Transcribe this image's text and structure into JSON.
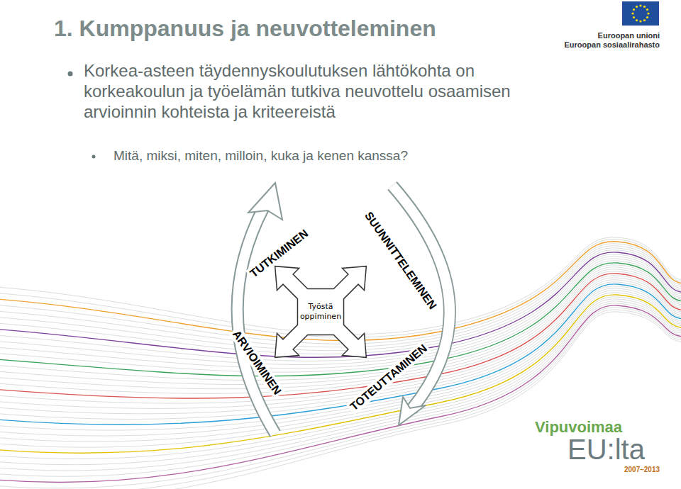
{
  "diagram": {
    "title": "1. Kumppanuus ja neuvotteleminen",
    "nodes": [
      {
        "text": [
          "Työstä oppiminen"
        ]
      }
    ],
    "labels": [
      "Korkea-asteen täydennyskoulutuksen lähtökohta on korkeakoulun ja työelämän tutkiva neuvottelu osaamisen arvioinnin kohteista ja kriteereistä",
      "Mitä, miksi, miten, milloin, kuka ja kenen kanssa?",
      "TUTKIMINEN",
      "SUUNNITTELEMINEN",
      "TOTEUTTAMINEN",
      "ARVIOIMINEN",
      "Euroopan unioni",
      "Euroopan sosiaalirahasto",
      "Vipuvoimaa",
      "EU:lta",
      "2007–2013"
    ]
  }
}
